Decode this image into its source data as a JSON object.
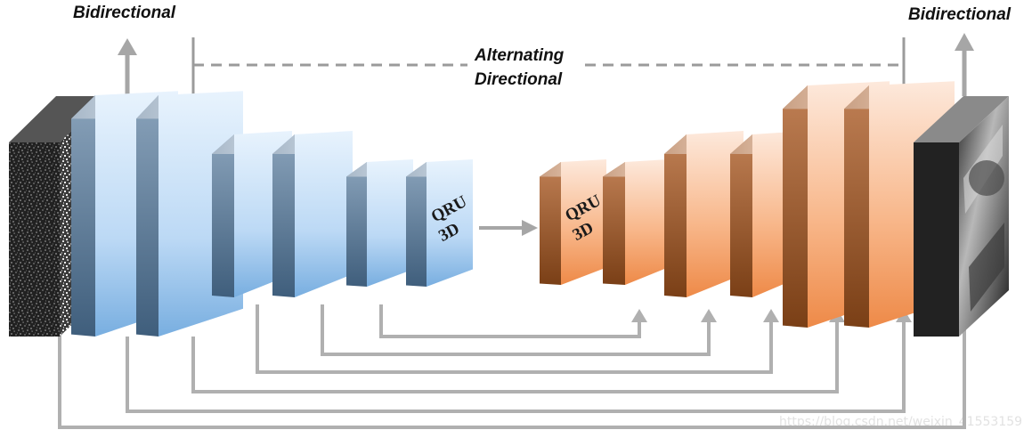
{
  "labels": {
    "left_bidirectional": "Bidirectional",
    "right_bidirectional": "Bidirectional",
    "alternating_line1": "Alternating",
    "alternating_line2": "Directional"
  },
  "encoder_blocks": [
    {
      "name": "encoder-block-1"
    },
    {
      "name": "encoder-block-2"
    },
    {
      "name": "encoder-block-3"
    },
    {
      "name": "encoder-block-4"
    },
    {
      "name": "encoder-block-5"
    },
    {
      "name": "encoder-block-6",
      "text_line1": "QRU",
      "text_line2": "3D"
    }
  ],
  "decoder_blocks": [
    {
      "name": "decoder-block-1",
      "text_line1": "QRU",
      "text_line2": "3D"
    },
    {
      "name": "decoder-block-2"
    },
    {
      "name": "decoder-block-3"
    },
    {
      "name": "decoder-block-4"
    },
    {
      "name": "decoder-block-5"
    },
    {
      "name": "decoder-block-6"
    }
  ],
  "images": {
    "input": "noisy-input-image",
    "output": "denoised-output-image"
  },
  "colors": {
    "encoder_front_light": "#e8f3fd",
    "encoder_front_dark": "#78aee0",
    "encoder_side": "#4f6e8c",
    "decoder_front_light": "#fde9dc",
    "decoder_front_dark": "#ee8a48",
    "decoder_side": "#8a4b1e",
    "connector": "#b0b0b0",
    "dashed_line": "#9b9b9b"
  },
  "watermark": "https://blog.csdn.net/weixin_41553159"
}
